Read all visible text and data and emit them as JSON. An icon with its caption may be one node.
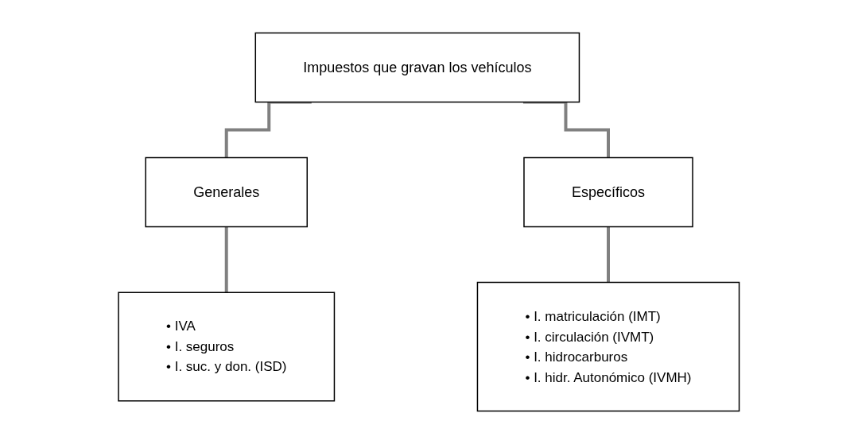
{
  "diagram": {
    "nodes": [
      {
        "text": [
          "Impuestos que gravan los vehículos"
        ]
      },
      {
        "text": [
          "Generales"
        ]
      },
      {
        "text": [
          "Específicos"
        ]
      },
      {
        "text": [
          "• IVA",
          "• I. seguros",
          "• I. suc. y don. (ISD)"
        ]
      },
      {
        "text": [
          "• I. matriculación (IMT)",
          "• I. circulación (IVMT)",
          "• I. hidrocarburos",
          "• I. hidr. Autonómico (IVMH)"
        ]
      }
    ],
    "edges": [
      {
        "from": 0,
        "to": 1,
        "arrow": "none"
      },
      {
        "from": 0,
        "to": 2,
        "arrow": "none"
      },
      {
        "from": 1,
        "to": 3,
        "arrow": "none"
      },
      {
        "from": 2,
        "to": 4,
        "arrow": "none"
      }
    ]
  }
}
